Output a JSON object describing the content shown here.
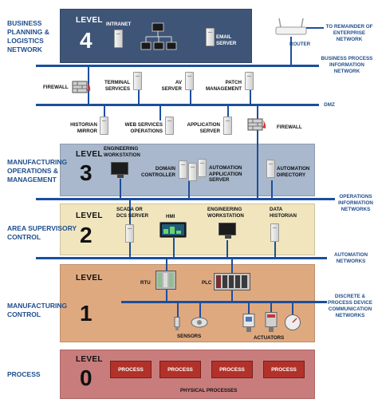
{
  "levels": [
    {
      "word": "LEVEL",
      "num": "4",
      "side": [
        "BUSINESS",
        "PLANNING &",
        "LOGISTICS",
        "NETWORK"
      ]
    },
    {
      "word": "LEVEL",
      "num": "3",
      "side": [
        "MANUFACTURING",
        "OPERATIONS &",
        "MANAGEMENT"
      ]
    },
    {
      "word": "LEVEL",
      "num": "2",
      "side": [
        "AREA SUPERVISORY",
        "CONTROL"
      ]
    },
    {
      "word": "LEVEL",
      "num": "1",
      "side": [
        "MANUFACTURING",
        "CONTROL"
      ]
    },
    {
      "word": "LEVEL",
      "num": "0",
      "side": [
        "PROCESS"
      ]
    }
  ],
  "level4": {
    "intranet": "INTRANET",
    "email": [
      "EMAIL",
      "SERVER"
    ],
    "router": "ROUTER"
  },
  "networks": {
    "enterprise": [
      "TO REMAINDER OF",
      "ENTERPRISE",
      "NETWORK"
    ],
    "business_process": [
      "BUSINESS PROCESS",
      "INFORMATION",
      "NETWORK"
    ],
    "dmz": "DMZ",
    "operations": [
      "OPERATIONS",
      "INFORMATION",
      "NETWORKS"
    ],
    "automation": [
      "AUTOMATION",
      "NETWORKS"
    ],
    "discrete": [
      "DISCRETE &",
      "PROCESS DEVICE",
      "COMMUNICATION",
      "NETWORKS"
    ]
  },
  "dmz_upper": {
    "firewall": "FIREWALL",
    "terminal": [
      "TERMINAL",
      "SERVICES"
    ],
    "av": [
      "AV",
      "SERVER"
    ],
    "patch": [
      "PATCH",
      "MANAGEMENT"
    ]
  },
  "dmz_lower": {
    "historian": [
      "HISTORIAN",
      "MIRROR"
    ],
    "web": [
      "WEB SERVICES",
      "OPERATIONS"
    ],
    "app": [
      "APPLICATION",
      "SERVER"
    ],
    "firewall": "FIREWALL"
  },
  "level3": {
    "eng": [
      "ENGINEERING",
      "WORKSTATION"
    ],
    "dc": [
      "DOMAIN",
      "CONTROLLER"
    ],
    "aas": [
      "AUTOMATION",
      "APPLICATION",
      "SERVER"
    ],
    "ad": [
      "AUTOMATION",
      "DIRECTORY"
    ]
  },
  "level2": {
    "scada": [
      "SCADA OR",
      "DCS SERVER"
    ],
    "hmi": "HMI",
    "eng": [
      "ENGINEERING",
      "WORKSTATION"
    ],
    "hist": [
      "DATA",
      "HISTORIAN"
    ]
  },
  "level1": {
    "rtu": "RTU",
    "plc": "PLC",
    "sensors": "SENSORS",
    "actuators": "ACTUATORS"
  },
  "level0": {
    "processes": [
      "PROCESS",
      "PROCESS",
      "PROCESS",
      "PROCESS"
    ],
    "physical": "PHYSICAL PROCESSES"
  }
}
